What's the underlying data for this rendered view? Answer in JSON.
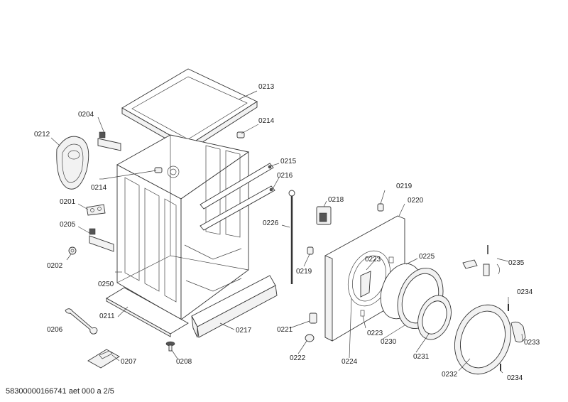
{
  "labels": {
    "p0213": "0213",
    "p0204": "0204",
    "p0212": "0212",
    "p0214a": "0214",
    "p0214b": "0214",
    "p0215": "0215",
    "p0216": "0216",
    "p0201": "0201",
    "p0205": "0205",
    "p0202": "0202",
    "p0226": "0226",
    "p0218": "0218",
    "p0219a": "0219",
    "p0219b": "0219",
    "p0220": "0220",
    "p0225": "0225",
    "p0223a": "0223",
    "p0223b": "0223",
    "p0235": "0235",
    "p0250": "0250",
    "p0234a": "0234",
    "p0234b": "0234",
    "p0211": "0211",
    "p0217": "0217",
    "p0206": "0206",
    "p0221": "0221",
    "p0230": "0230",
    "p0233": "0233",
    "p0231": "0231",
    "p0222": "0222",
    "p0224": "0224",
    "p0208": "0208",
    "p0207": "0207",
    "p0232": "0232"
  },
  "footer": "58300000166741 aet 000 a 2/5"
}
